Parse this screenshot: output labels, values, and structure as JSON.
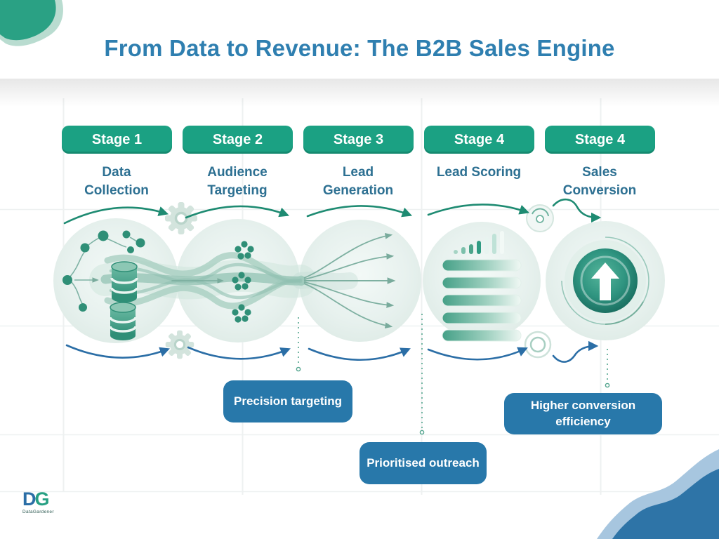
{
  "title": "From Data to Revenue: The B2B Sales Engine",
  "stages": [
    {
      "badge": "Stage 1",
      "label": "Data Collection",
      "icon": "data-sources-database-icon"
    },
    {
      "badge": "Stage 2",
      "label": "Audience Targeting",
      "icon": "audience-clusters-icon"
    },
    {
      "badge": "Stage 3",
      "label": "Lead Generation",
      "icon": "fanout-arrows-icon"
    },
    {
      "badge": "Stage 4",
      "label": "Lead Scoring",
      "icon": "score-bars-icon"
    },
    {
      "badge": "Stage 4",
      "label": "Sales Conversion",
      "icon": "up-arrow-button-icon"
    }
  ],
  "callouts": [
    {
      "text": "Precision targeting"
    },
    {
      "text": "Prioritised outreach"
    },
    {
      "text": "Higher conversion efficiency"
    }
  ],
  "logo": {
    "d": "D",
    "g": "G",
    "name": "DataGardener"
  },
  "colors": {
    "title_blue": "#2f7fb0",
    "stage_badge_green": "#1ba183",
    "stage_label_blue": "#2d7092",
    "callout_blue": "#2878aa",
    "arc_green": "#1e8b72",
    "arc_blue": "#2b6ea6",
    "circle_mint": "#e6f1ed",
    "icon_teal": "#2f8f77",
    "corner_blob_teal": "#2aa184",
    "corner_wave_light_blue": "#a7c6df",
    "corner_wave_dark_blue": "#2e74a7"
  }
}
